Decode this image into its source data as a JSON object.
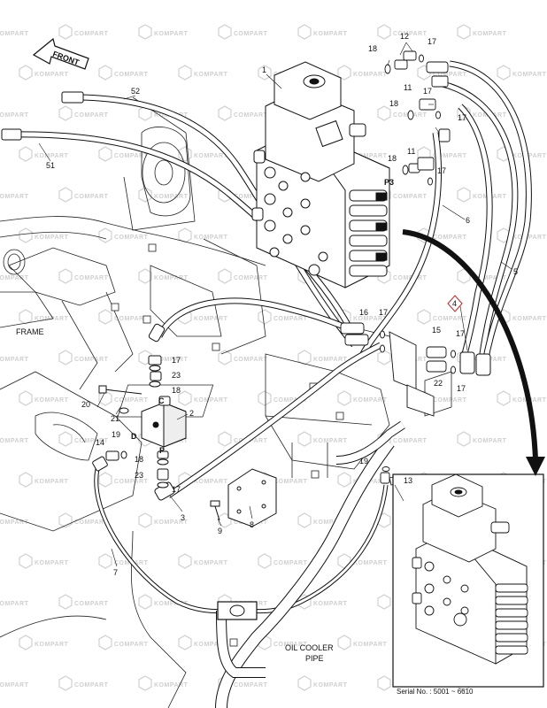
{
  "watermark": {
    "text_a": "KOMPART",
    "text_b": "COMPART"
  },
  "direction_arrow": {
    "label": "FRONT"
  },
  "labels": {
    "frame": "FRAME",
    "oil_cooler_line1": "OIL COOLER",
    "oil_cooler_line2": "PIPE",
    "serial": "Serial No. : 5001 ~ 6610",
    "port_p3": "P3",
    "port_c": "C",
    "port_d": "D",
    "port_p": "P"
  },
  "callouts": [
    {
      "id": "c1",
      "text": "1"
    },
    {
      "id": "c2",
      "text": "2"
    },
    {
      "id": "c3",
      "text": "3"
    },
    {
      "id": "c4",
      "text": "4"
    },
    {
      "id": "c5",
      "text": "5"
    },
    {
      "id": "c6",
      "text": "6"
    },
    {
      "id": "c7",
      "text": "7"
    },
    {
      "id": "c8",
      "text": "8"
    },
    {
      "id": "c9",
      "text": "9"
    },
    {
      "id": "c11a",
      "text": "11"
    },
    {
      "id": "c11b",
      "text": "11"
    },
    {
      "id": "c12",
      "text": "12"
    },
    {
      "id": "c13",
      "text": "13"
    },
    {
      "id": "c14",
      "text": "14"
    },
    {
      "id": "c15",
      "text": "15"
    },
    {
      "id": "c16",
      "text": "16"
    },
    {
      "id": "c17a",
      "text": "17"
    },
    {
      "id": "c17b",
      "text": "17"
    },
    {
      "id": "c17c",
      "text": "17"
    },
    {
      "id": "c17d",
      "text": "17"
    },
    {
      "id": "c17e",
      "text": "17"
    },
    {
      "id": "c17f",
      "text": "17"
    },
    {
      "id": "c17g",
      "text": "17"
    },
    {
      "id": "c17h",
      "text": "17"
    },
    {
      "id": "c17i",
      "text": "17"
    },
    {
      "id": "c18a",
      "text": "18"
    },
    {
      "id": "c18b",
      "text": "18"
    },
    {
      "id": "c18c",
      "text": "18"
    },
    {
      "id": "c18d",
      "text": "18"
    },
    {
      "id": "c18e",
      "text": "18"
    },
    {
      "id": "c19a",
      "text": "19"
    },
    {
      "id": "c19b",
      "text": "19"
    },
    {
      "id": "c20",
      "text": "20"
    },
    {
      "id": "c21",
      "text": "21"
    },
    {
      "id": "c22",
      "text": "22"
    },
    {
      "id": "c23a",
      "text": "23"
    },
    {
      "id": "c23b",
      "text": "23"
    },
    {
      "id": "c51",
      "text": "51"
    },
    {
      "id": "c52",
      "text": "52"
    }
  ],
  "colors": {
    "line": "#111111",
    "callout_highlight": "#cc2222",
    "watermark": "#d0d0d0"
  }
}
